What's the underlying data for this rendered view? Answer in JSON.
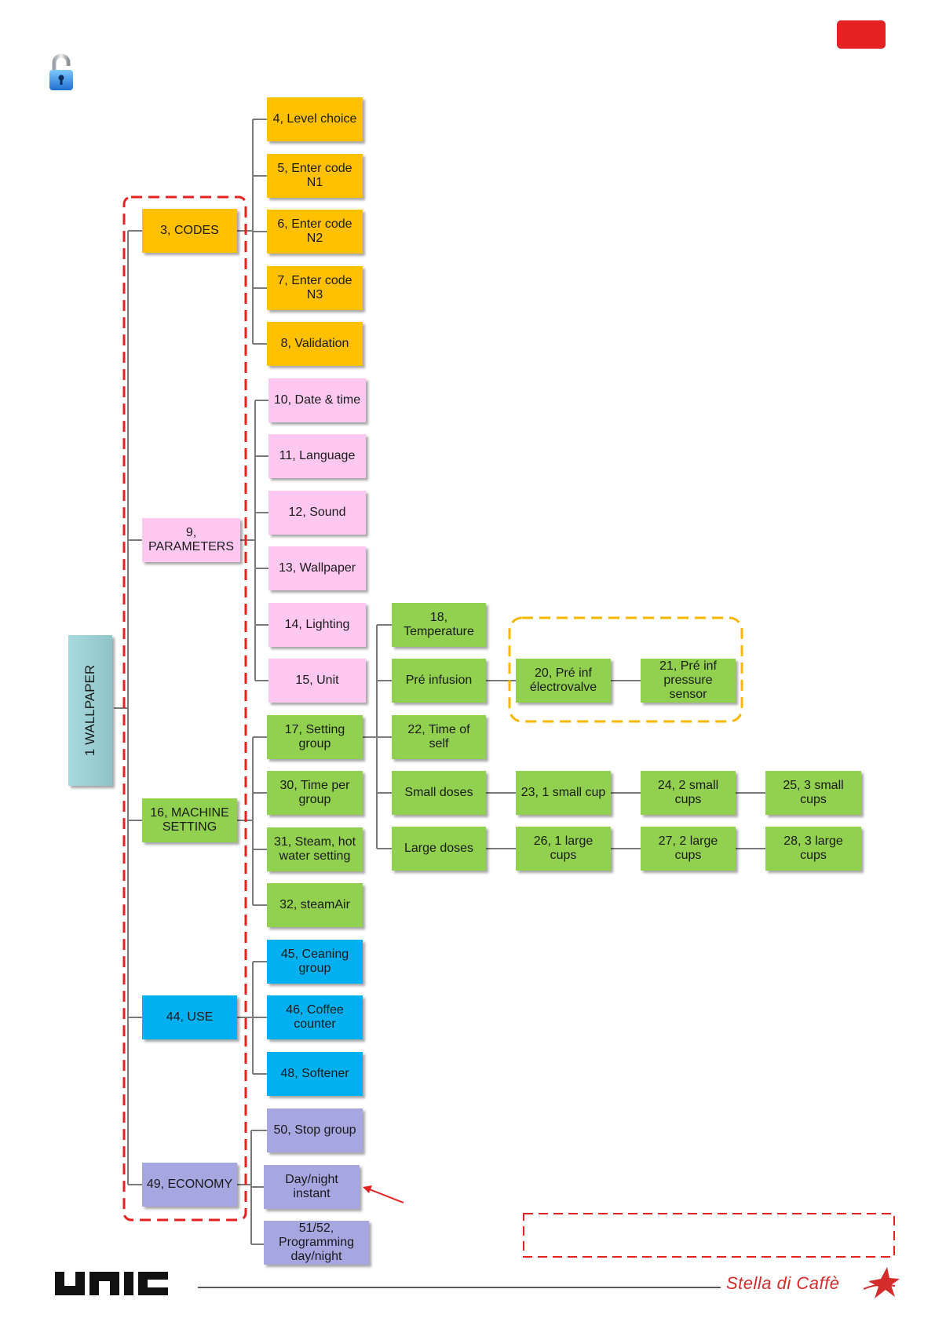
{
  "colors": {
    "codes": "#FFC000",
    "parameters": "#FFC8F0",
    "machine": "#92D050",
    "use": "#00B0F0",
    "economy": "#A6A6E0",
    "root": "#9ACDD2",
    "dashed_red": "#E52222",
    "dashed_orange": "#F5B800",
    "brand_red": "#D42B2B"
  },
  "icons": {
    "lock": "lock-icon",
    "star": "star-icon"
  },
  "header": {
    "red_tab": ""
  },
  "root": {
    "label": "1 WALLPAPER"
  },
  "level1": {
    "codes": "3, CODES",
    "parameters": "9,\nPARAMETERS",
    "machine": "16, MACHINE\nSETTING",
    "use": "44, USE",
    "economy": "49, ECONOMY"
  },
  "codes_items": [
    "4, Level choice",
    "5, Enter code\nN1",
    "6, Enter code\nN2",
    "7, Enter code\nN3",
    "8, Validation"
  ],
  "parameter_items": [
    "10, Date & time",
    "11, Language",
    "12, Sound",
    "13, Wallpaper",
    "14, Lighting",
    "15, Unit"
  ],
  "machine_items": [
    "17, Setting\ngroup",
    "30, Time per\ngroup",
    "31, Steam, hot\nwater setting",
    "32, steamAir"
  ],
  "setting_group_items": [
    "18,\nTemperature",
    "Pré infusion",
    "22, Time of\nself",
    "Small doses",
    "Large doses"
  ],
  "preinfusion_items": [
    "20, Pré inf\nélectrovalve",
    "21, Pré inf\npressure\nsensor"
  ],
  "small_dose_items": [
    "23,  1 small cup",
    "24,  2 small\ncups",
    "25,  3 small\ncups"
  ],
  "large_dose_items": [
    "26,  1 large\ncups",
    "27,  2 large\ncups",
    "28,  3 large\ncups"
  ],
  "use_items": [
    "45,  Ceaning\ngroup",
    "46, Coffee\ncounter",
    "48, Softener"
  ],
  "economy_items": [
    "50, Stop group",
    "Day/night\ninstant",
    "51/52,\nProgramming\nday/night"
  ],
  "footer": {
    "logo": "UNIC",
    "brand": "Stella di Caffè"
  }
}
